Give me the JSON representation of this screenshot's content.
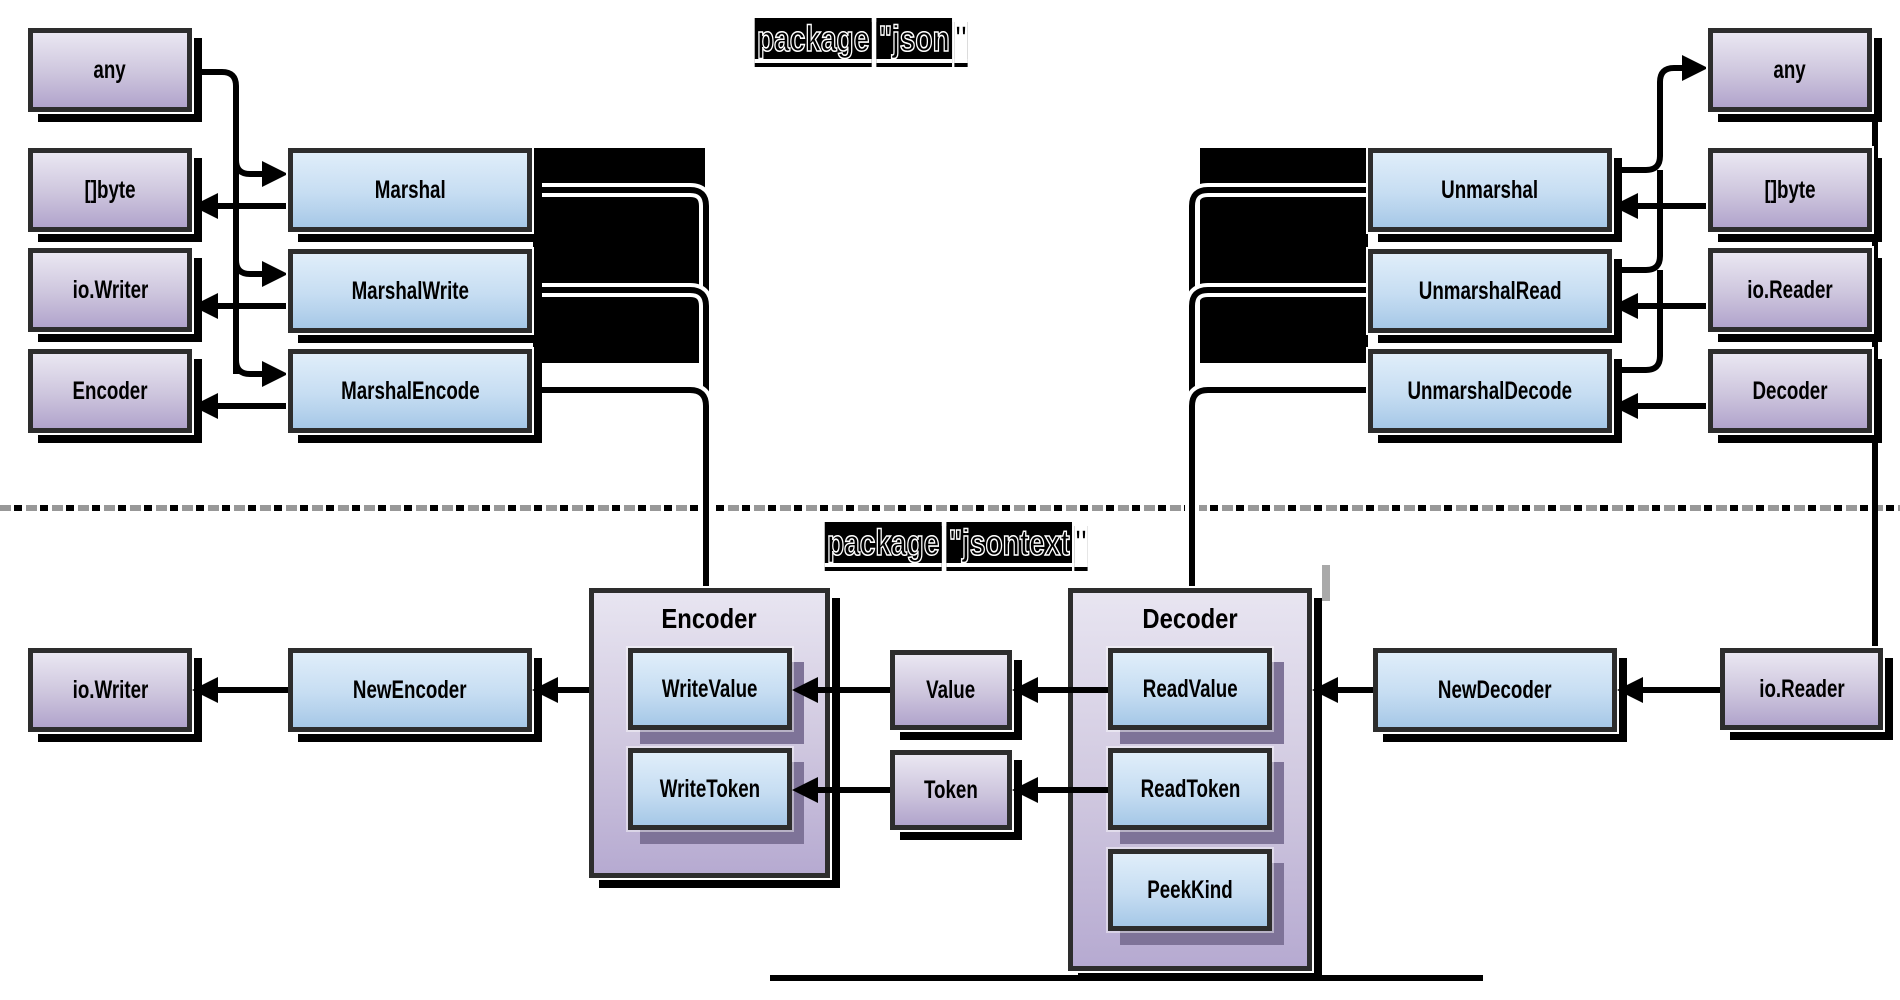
{
  "titles": {
    "json": {
      "word1": "package",
      "word2": "\"json",
      "close_quote": "\""
    },
    "jsontext": {
      "word1": "package",
      "word2": "\"jsontext",
      "close_quote": "\""
    }
  },
  "json_pkg": {
    "left_types": [
      "any",
      "[]byte",
      "io.Writer",
      "Encoder"
    ],
    "marshal_funcs": [
      "Marshal",
      "MarshalWrite",
      "MarshalEncode"
    ],
    "unmarshal_funcs": [
      "Unmarshal",
      "UnmarshalRead",
      "UnmarshalDecode"
    ],
    "right_types": [
      "any",
      "[]byte",
      "io.Reader",
      "Decoder"
    ]
  },
  "jsontext_pkg": {
    "io_writer": "io.Writer",
    "new_encoder": "NewEncoder",
    "encoder": {
      "title": "Encoder",
      "methods": [
        "WriteValue",
        "WriteToken"
      ]
    },
    "value": "Value",
    "token": "Token",
    "decoder": {
      "title": "Decoder",
      "methods": [
        "ReadValue",
        "ReadToken",
        "PeekKind"
      ]
    },
    "new_decoder": "NewDecoder",
    "io_reader": "io.Reader"
  },
  "colors": {
    "purple_top": "#eae7f2",
    "purple_bottom": "#b1a4cc",
    "blue_top": "#e0eefa",
    "blue_bottom": "#a6c8e7",
    "border": "#2d2d2d",
    "shadow": "#000000",
    "inner_shadow": "#7e7398",
    "dash_gray": "#989898"
  }
}
